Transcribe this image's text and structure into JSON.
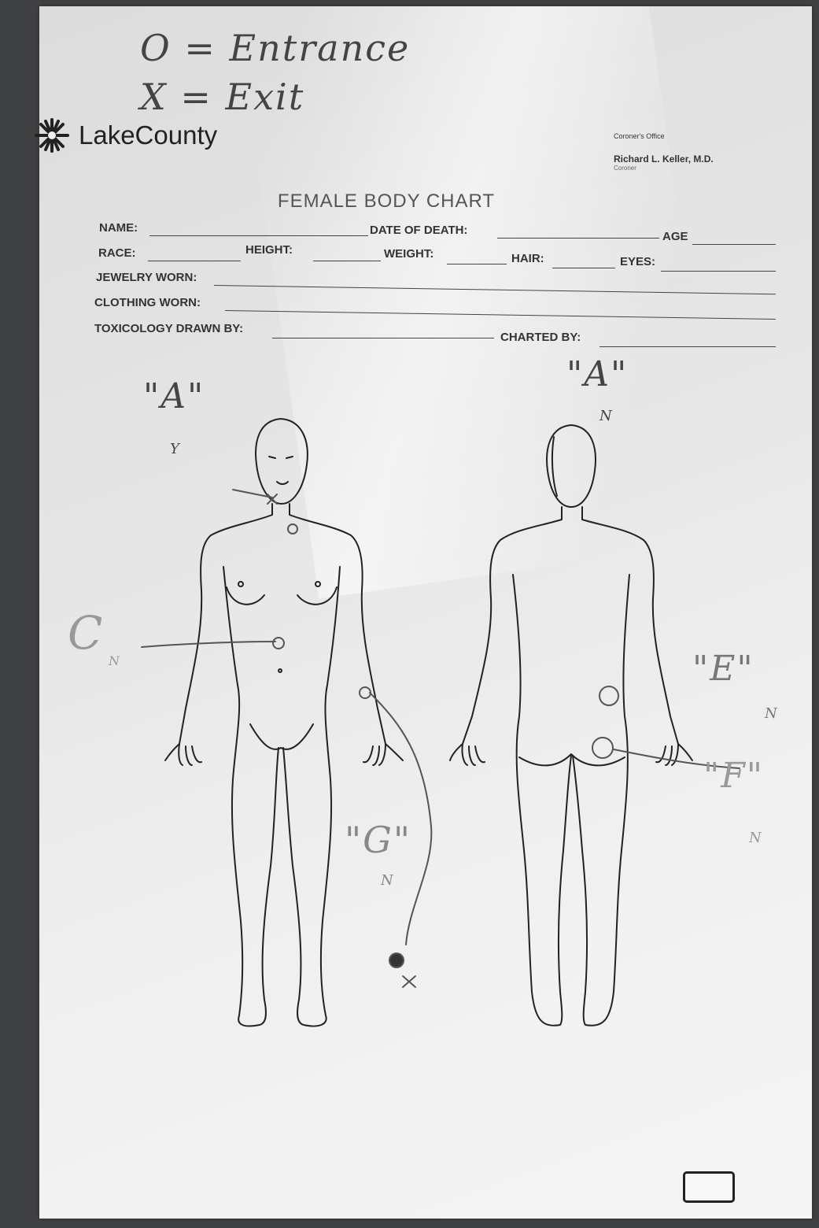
{
  "handwriting": {
    "legend_entrance": "O = Entrance",
    "legend_exit": "X = Exit"
  },
  "header": {
    "logo_text": "LakeCounty",
    "office": "Coroner's Office",
    "coroner_name": "Richard L. Keller, M.D.",
    "coroner_title": "Coroner",
    "title": "FEMALE BODY CHART"
  },
  "fields": {
    "name": "NAME:",
    "date_of_death": "DATE OF DEATH:",
    "age": "AGE",
    "race": "RACE:",
    "height": "HEIGHT:",
    "weight": "WEIGHT:",
    "hair": "HAIR:",
    "eyes": "EYES:",
    "jewelry": "JEWELRY WORN:",
    "clothing": "CLOTHING WORN:",
    "toxicology": "TOXICOLOGY DRAWN BY:",
    "charted_by": "CHARTED BY:"
  },
  "annotations": {
    "front_a": "\"A\"",
    "front_a_sub": "Y",
    "back_a": "\"A\"",
    "back_a_sub": "N",
    "c_label": "C",
    "c_sub": "N",
    "e_label": "\"E\"",
    "e_sub": "N",
    "f_label": "\"F\"",
    "f_sub": "N",
    "g_label": "\"G\"",
    "g_sub": "N"
  }
}
